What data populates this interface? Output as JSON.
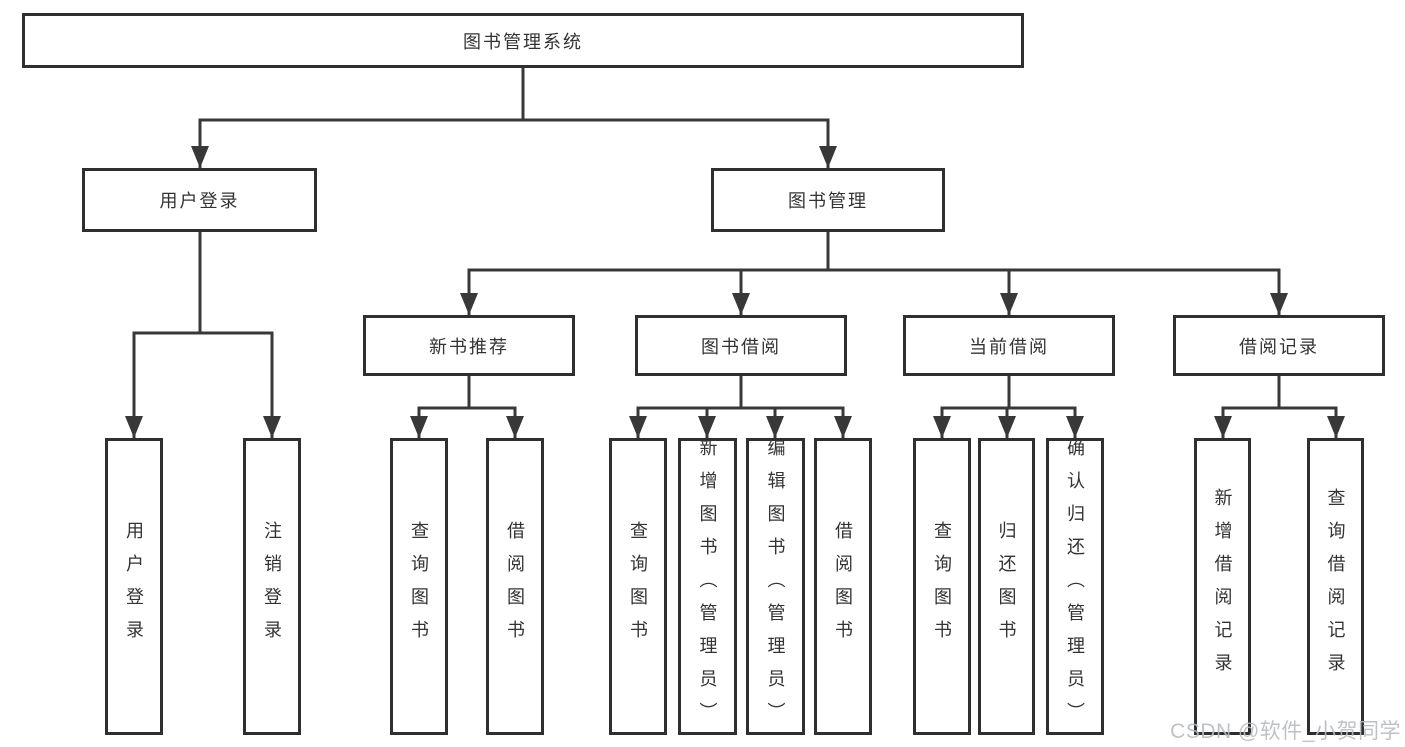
{
  "diagram": {
    "root": {
      "label": "图书管理系统"
    },
    "branches": [
      {
        "label": "用户登录",
        "children": [
          {
            "label": "用户登录"
          },
          {
            "label": "注销登录"
          }
        ]
      },
      {
        "label": "图书管理",
        "children": [
          {
            "label": "新书推荐",
            "children": [
              {
                "label": "查询图书"
              },
              {
                "label": "借阅图书"
              }
            ]
          },
          {
            "label": "图书借阅",
            "children": [
              {
                "label": "查询图书"
              },
              {
                "label": "新增图书（管理员）"
              },
              {
                "label": "编辑图书（管理员）"
              },
              {
                "label": "借阅图书"
              }
            ]
          },
          {
            "label": "当前借阅",
            "children": [
              {
                "label": "查询图书"
              },
              {
                "label": "归还图书"
              },
              {
                "label": "确认归还（管理员）"
              }
            ]
          },
          {
            "label": "借阅记录",
            "children": [
              {
                "label": "新增借阅记录"
              },
              {
                "label": "查询借阅记录"
              }
            ]
          }
        ]
      }
    ]
  },
  "watermark": {
    "text": "CSDN @软件_小贺同学",
    "color": "#b8bcc2"
  },
  "colors": {
    "line": "#383838",
    "box_border": "#2f2f2f",
    "text": "#333333",
    "background": "#ffffff"
  }
}
